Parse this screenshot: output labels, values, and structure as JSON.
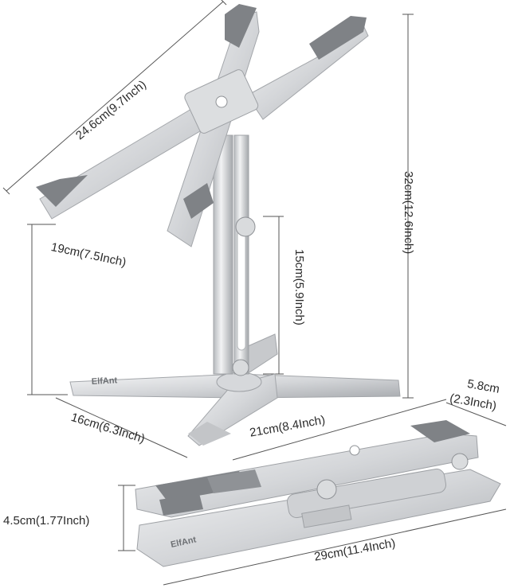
{
  "brand": "ElfAnt",
  "dimensions": {
    "arm_length": "24.6cm(9.7Inch)",
    "lower_arm": "19cm(7.5Inch)",
    "total_height": "32cm(12.6Inch)",
    "column_height": "15cm(5.9Inch)",
    "base_depth": "16cm(6.3Inch)",
    "base_width": "21cm(8.4Inch)",
    "folded_width": "5.8cm",
    "folded_width_inch": "(2.3Inch)",
    "folded_thickness": "4.5cm(1.77Inch)",
    "folded_length": "29cm(11.4Inch)"
  },
  "colors": {
    "aluminum_light": "#e8e9eb",
    "aluminum_mid": "#c9cbce",
    "aluminum_dark": "#9ea1a5",
    "pad_gray": "#7f8286",
    "dimension_line": "#555555"
  }
}
